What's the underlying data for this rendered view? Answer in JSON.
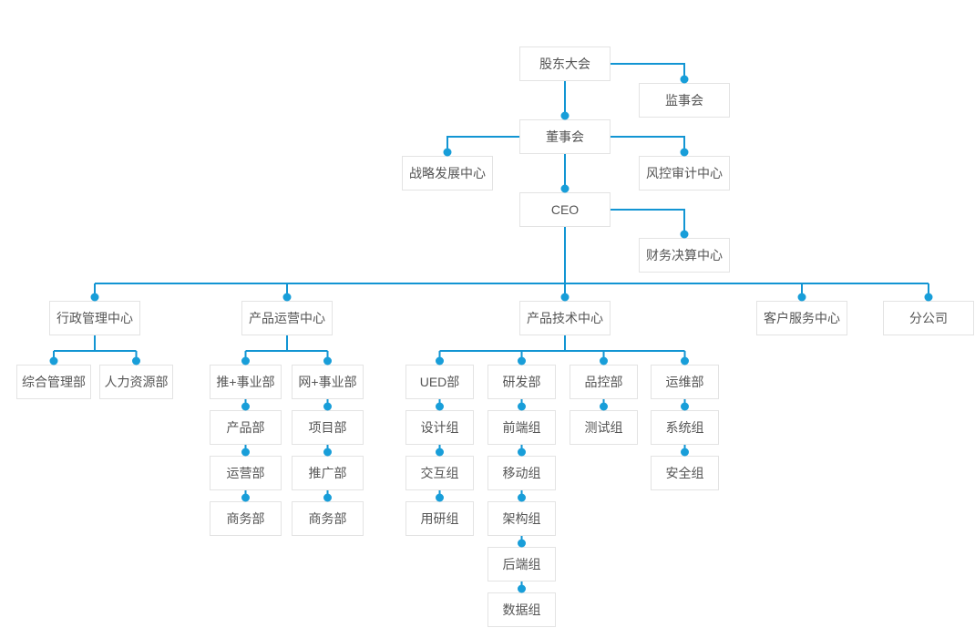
{
  "diagram_type": "org-chart",
  "colors": {
    "line": "#1295d3",
    "dot": "#189ed9",
    "box_border": "#e3e3e3",
    "box_bg": "#ffffff",
    "text": "#555555",
    "canvas_bg": "#ffffff"
  },
  "nodes": [
    {
      "id": "shareholders",
      "label": "股东大会",
      "parent": null
    },
    {
      "id": "supervisory",
      "label": "监事会",
      "parent": "shareholders"
    },
    {
      "id": "board",
      "label": "董事会",
      "parent": "shareholders"
    },
    {
      "id": "strategy",
      "label": "战略发展中心",
      "parent": "board"
    },
    {
      "id": "risk",
      "label": "风控审计中心",
      "parent": "board"
    },
    {
      "id": "ceo",
      "label": "CEO",
      "parent": "board"
    },
    {
      "id": "finance",
      "label": "财务决算中心",
      "parent": "ceo"
    },
    {
      "id": "admin",
      "label": "行政管理中心",
      "parent": "ceo"
    },
    {
      "id": "ops",
      "label": "产品运营中心",
      "parent": "ceo"
    },
    {
      "id": "tech",
      "label": "产品技术中心",
      "parent": "ceo"
    },
    {
      "id": "service",
      "label": "客户服务中心",
      "parent": "ceo"
    },
    {
      "id": "branch",
      "label": "分公司",
      "parent": "ceo"
    },
    {
      "id": "general",
      "label": "综合管理部",
      "parent": "admin"
    },
    {
      "id": "hr",
      "label": "人力资源部",
      "parent": "admin"
    },
    {
      "id": "tui-bu",
      "label": "推+事业部",
      "parent": "ops"
    },
    {
      "id": "product",
      "label": "产品部",
      "parent": "tui-bu"
    },
    {
      "id": "operation",
      "label": "运营部",
      "parent": "tui-bu"
    },
    {
      "id": "business-1",
      "label": "商务部",
      "parent": "tui-bu"
    },
    {
      "id": "wang-bu",
      "label": "网+事业部",
      "parent": "ops"
    },
    {
      "id": "project",
      "label": "项目部",
      "parent": "wang-bu"
    },
    {
      "id": "promotion",
      "label": "推广部",
      "parent": "wang-bu"
    },
    {
      "id": "business-2",
      "label": "商务部",
      "parent": "wang-bu"
    },
    {
      "id": "ued",
      "label": "UED部",
      "parent": "tech"
    },
    {
      "id": "design",
      "label": "设计组",
      "parent": "ued"
    },
    {
      "id": "interaction",
      "label": "交互组",
      "parent": "ued"
    },
    {
      "id": "research",
      "label": "用研组",
      "parent": "ued"
    },
    {
      "id": "rd",
      "label": "研发部",
      "parent": "tech"
    },
    {
      "id": "frontend",
      "label": "前端组",
      "parent": "rd"
    },
    {
      "id": "mobile",
      "label": "移动组",
      "parent": "rd"
    },
    {
      "id": "architecture",
      "label": "架构组",
      "parent": "rd"
    },
    {
      "id": "backend",
      "label": "后端组",
      "parent": "rd"
    },
    {
      "id": "data-group",
      "label": "数据组",
      "parent": "rd"
    },
    {
      "id": "qc",
      "label": "品控部",
      "parent": "tech"
    },
    {
      "id": "testing",
      "label": "测试组",
      "parent": "qc"
    },
    {
      "id": "om",
      "label": "运维部",
      "parent": "tech"
    },
    {
      "id": "system",
      "label": "系统组",
      "parent": "om"
    },
    {
      "id": "security",
      "label": "安全组",
      "parent": "om"
    }
  ]
}
